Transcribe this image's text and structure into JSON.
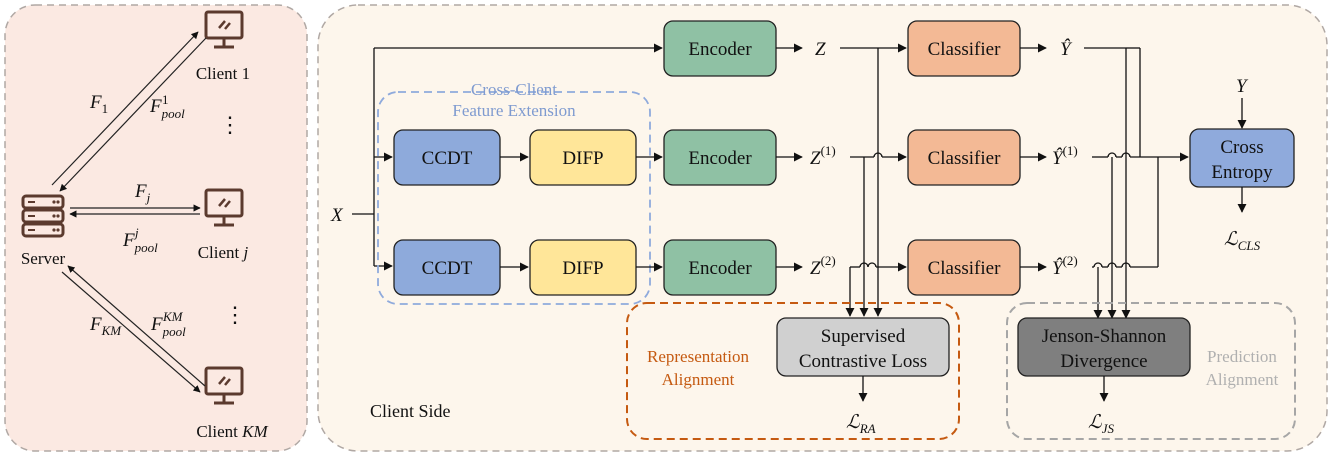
{
  "server_panel": {
    "server_label": "Server",
    "client_1": "Client 1",
    "client_j_prefix": "Client ",
    "client_j_var": "j",
    "client_km_prefix": "Client ",
    "client_km_var": "KM",
    "ellipsis": "⋮",
    "F": "F",
    "sub_1": "1",
    "sub_j": "j",
    "sub_km": "KM",
    "sub_pool": "pool"
  },
  "client_panel": {
    "client_side": "Client Side",
    "input": "X",
    "encoder": "Encoder",
    "classifier": "Classifier",
    "ccdt": "CCDT",
    "difp": "DIFP",
    "cross_client_line1": "Cross-Client",
    "cross_client_line2": "Feature Extension",
    "z": "Z",
    "y_hat": "Ŷ",
    "y": "Y",
    "sup1": "(1)",
    "sup2": "(2)",
    "cross_entropy_line1": "Cross",
    "cross_entropy_line2": "Entropy",
    "supcon_line1": "Supervised",
    "supcon_line2": "Contrastive Loss",
    "js_line1": "Jenson-Shannon",
    "js_line2": "Divergence",
    "rep_align_line1": "Representation",
    "rep_align_line2": "Alignment",
    "pred_align_line1": "Prediction",
    "pred_align_line2": "Alignment",
    "L": "ℒ",
    "sub_cls": "CLS",
    "sub_ra": "RA",
    "sub_js": "JS"
  },
  "colors": {
    "server_bg": "#fbe9e2",
    "client_bg": "#fdf6ec",
    "encoder": "#8fc1a4",
    "classifier": "#f3b995",
    "ccdt": "#8eaadb",
    "difp": "#ffe699",
    "cross_entropy": "#8faadc",
    "supcon": "#d0d0d0",
    "js": "#7f7f7f",
    "rep_border": "#c55a11",
    "pred_border": "#a6a6a6",
    "cross_client_border": "#8faadc",
    "icon": "#5b3a2e"
  }
}
